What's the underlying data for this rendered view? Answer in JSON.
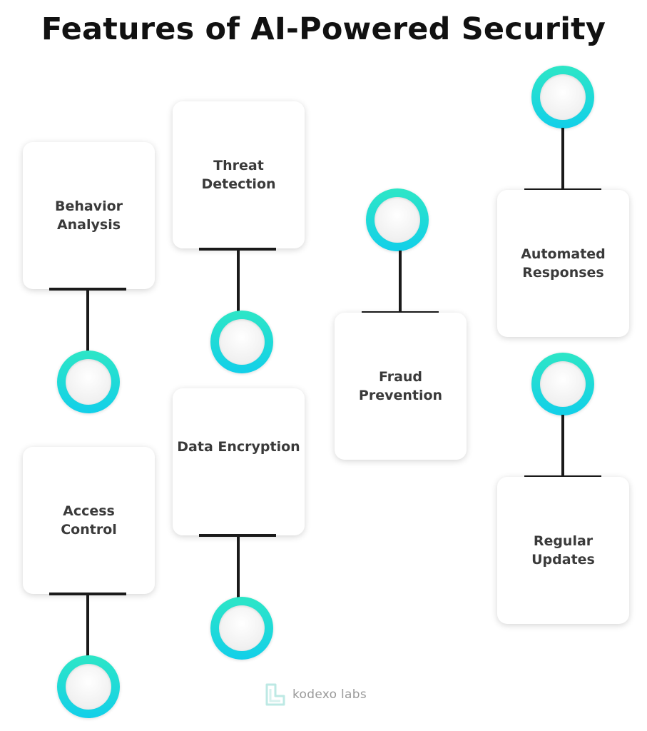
{
  "title": "Features of AI-Powered Security",
  "features": [
    "Behavior\nAnalysis",
    "Threat\nDetection",
    "Fraud\nPrevention",
    "Automated\nResponses",
    "Access\nControl",
    "Data Encryption",
    "Regular\nUpdates"
  ],
  "brand": {
    "name": "kodexo labs",
    "icon": "kodexo-logo-icon"
  },
  "colors": {
    "node_ring": "#17d9e0",
    "connector": "#1a1a1a",
    "card_text": "#3a3a3a",
    "title": "#111111"
  }
}
